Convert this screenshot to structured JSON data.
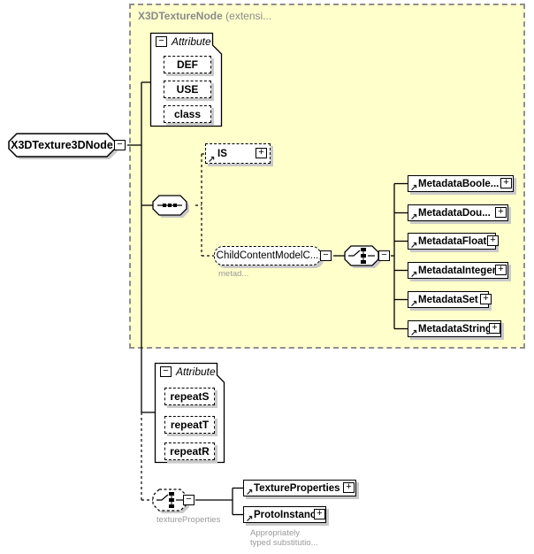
{
  "icons": {
    "collapse": "−",
    "expand": "+",
    "ref_arrow": "↗"
  },
  "colors": {
    "container_bg": "#ffffcc",
    "container_border": "#8f8f8f",
    "shadow": "#c9c9c9",
    "annotation_text": "#9a9a9a",
    "box_border": "#000000"
  },
  "root_element": {
    "label": "X3DTexture3DNode"
  },
  "extension_container": {
    "name": "X3DTextureNode",
    "suffix": " (extensi..."
  },
  "attribute_group_top": {
    "label": "Attribute",
    "items": [
      "DEF",
      "USE",
      "class"
    ]
  },
  "is_element": {
    "label": "IS"
  },
  "child_content_model": {
    "label": "ChildContentModelC...",
    "annotation": "metad..."
  },
  "metadata_elements": [
    "MetadataBoole...",
    "MetadataDou...",
    "MetadataFloat",
    "MetadataInteger",
    "MetadataSet",
    "MetadataString"
  ],
  "attribute_group_bottom": {
    "label": "Attribute",
    "items": [
      "repeatS",
      "repeatT",
      "repeatR"
    ]
  },
  "texture_properties_choice": {
    "label": "textureProperties"
  },
  "substitution_elements": [
    "TextureProperties",
    "ProtoInstance"
  ],
  "substitution_note": {
    "line1": "Appropriately",
    "line2": "typed substitutio..."
  }
}
